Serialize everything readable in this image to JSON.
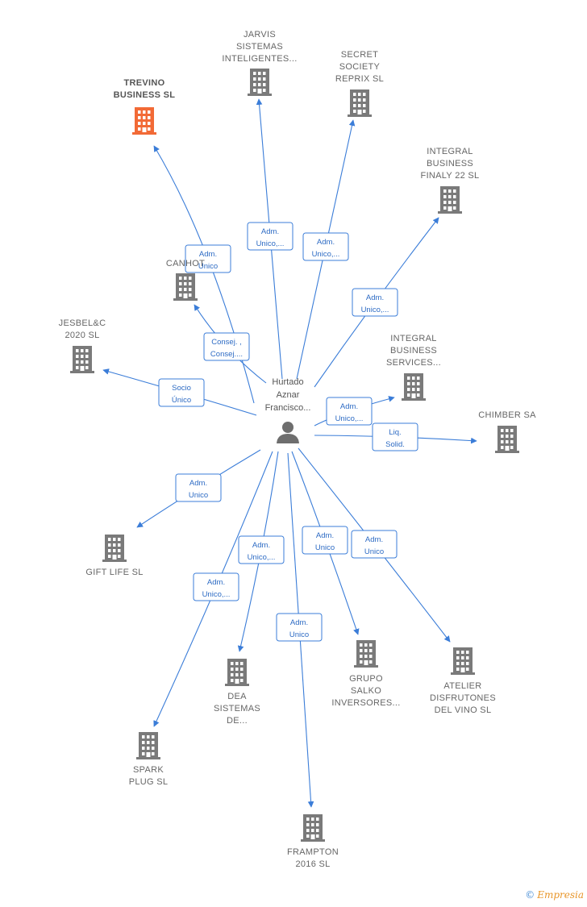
{
  "center": {
    "label_lines": [
      "Hurtado",
      "Aznar",
      "Francisco..."
    ]
  },
  "nodes": [
    {
      "id": "trevino",
      "lines": [
        "TREVINO",
        "BUSINESS  SL"
      ],
      "highlight": true
    },
    {
      "id": "jarvis",
      "lines": [
        "JARVIS",
        "SISTEMAS",
        "INTELIGENTES..."
      ]
    },
    {
      "id": "secret",
      "lines": [
        "SECRET",
        "SOCIETY",
        "REPRIX  SL"
      ]
    },
    {
      "id": "integral22",
      "lines": [
        "INTEGRAL",
        "BUSINESS",
        "FINALY 22  SL"
      ]
    },
    {
      "id": "canhot",
      "lines": [
        "CANHOT"
      ]
    },
    {
      "id": "jesbel",
      "lines": [
        "JESBEL&C",
        "2020  SL"
      ]
    },
    {
      "id": "integralserv",
      "lines": [
        "INTEGRAL",
        "BUSINESS",
        "SERVICES..."
      ]
    },
    {
      "id": "chimber",
      "lines": [
        "CHIMBER SA"
      ]
    },
    {
      "id": "giftlife",
      "lines": [
        "GIFT LIFE SL"
      ]
    },
    {
      "id": "dea",
      "lines": [
        "DEA",
        "SISTEMAS",
        "DE..."
      ]
    },
    {
      "id": "grupo",
      "lines": [
        "GRUPO",
        "SALKO",
        "INVERSORES..."
      ]
    },
    {
      "id": "atelier",
      "lines": [
        "ATELIER",
        "DISFRUTONES",
        "DEL VINO  SL"
      ]
    },
    {
      "id": "spark",
      "lines": [
        "SPARK",
        "PLUG  SL"
      ]
    },
    {
      "id": "frampton",
      "lines": [
        "FRAMPTON",
        "2016  SL"
      ]
    }
  ],
  "edges": [
    {
      "target": "trevino",
      "label_lines": [
        "Adm.",
        "Unico"
      ]
    },
    {
      "target": "jarvis",
      "label_lines": [
        "Adm.",
        "Unico,..."
      ]
    },
    {
      "target": "secret",
      "label_lines": [
        "Adm.",
        "Unico,..."
      ]
    },
    {
      "target": "integral22",
      "label_lines": [
        "Adm.",
        "Unico,..."
      ]
    },
    {
      "target": "canhot",
      "label_lines": [
        "Consej. ,",
        "Consej...."
      ]
    },
    {
      "target": "jesbel",
      "label_lines": [
        "Socio",
        "Único"
      ]
    },
    {
      "target": "integralserv",
      "label_lines": [
        "Adm.",
        "Unico,..."
      ]
    },
    {
      "target": "chimber",
      "label_lines": [
        "Liq.",
        "Solid."
      ]
    },
    {
      "target": "giftlife",
      "label_lines": [
        "Adm.",
        "Unico"
      ]
    },
    {
      "target": "dea",
      "label_lines": [
        "Adm.",
        "Unico,..."
      ]
    },
    {
      "target": "grupo",
      "label_lines": [
        "Adm.",
        "Unico"
      ]
    },
    {
      "target": "atelier",
      "label_lines": [
        "Adm.",
        "Unico"
      ]
    },
    {
      "target": "spark",
      "label_lines": [
        "Adm.",
        "Unico,..."
      ]
    },
    {
      "target": "frampton",
      "label_lines": [
        "Adm.",
        "Unico"
      ]
    }
  ],
  "colors": {
    "edge": "#3b7dd8",
    "building": "#7a7a7a",
    "building_highlight": "#f26a36",
    "person": "#6e6e6e"
  },
  "watermark": {
    "symbol": "©",
    "text": "Empresia"
  }
}
